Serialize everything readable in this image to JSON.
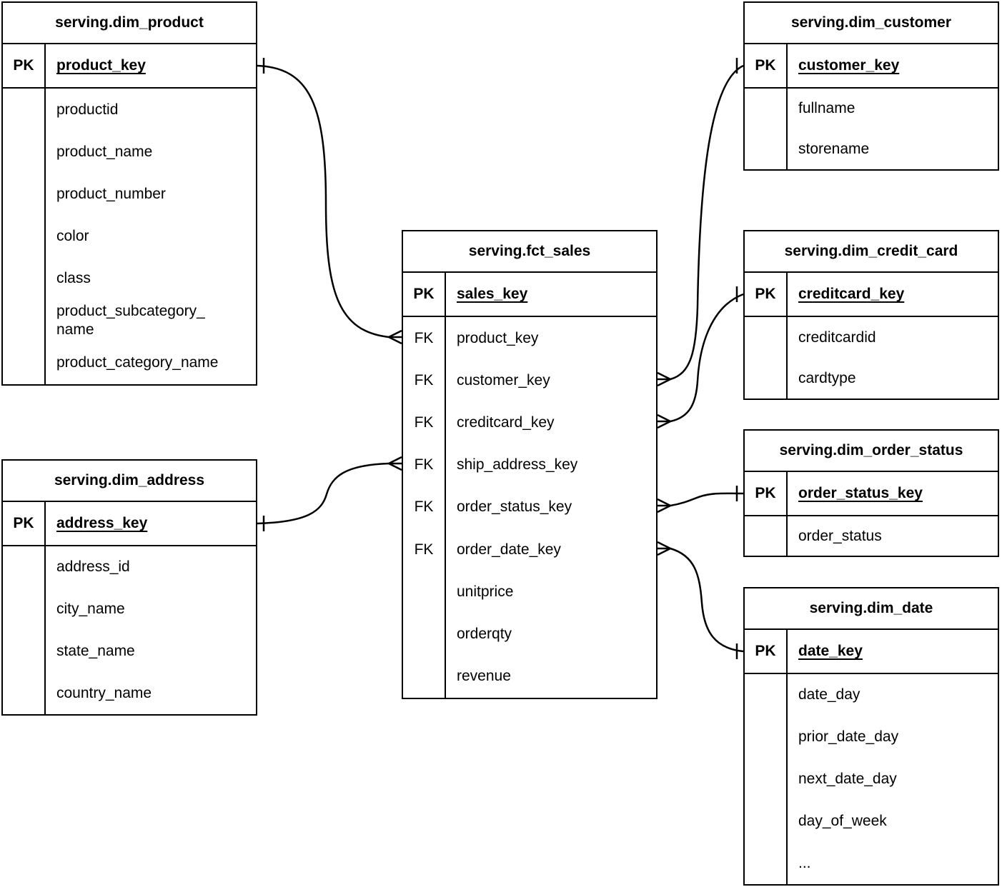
{
  "diagram": {
    "background_color": "#ffffff",
    "line_color": "#000000",
    "tables": [
      {
        "id": "dim_product",
        "title": "serving.dim_product",
        "pk": {
          "label": "PK",
          "field": "product_key"
        },
        "fields": [
          {
            "key": "",
            "name": "productid"
          },
          {
            "key": "",
            "name": "product_name"
          },
          {
            "key": "",
            "name": "product_number"
          },
          {
            "key": "",
            "name": "color"
          },
          {
            "key": "",
            "name": "class"
          },
          {
            "key": "",
            "name": "product_subcategory_\nname"
          },
          {
            "key": "",
            "name": "product_category_name"
          }
        ]
      },
      {
        "id": "dim_address",
        "title": "serving.dim_address",
        "pk": {
          "label": "PK",
          "field": "address_key"
        },
        "fields": [
          {
            "key": "",
            "name": "address_id"
          },
          {
            "key": "",
            "name": "city_name"
          },
          {
            "key": "",
            "name": "state_name"
          },
          {
            "key": "",
            "name": "country_name"
          }
        ]
      },
      {
        "id": "fct_sales",
        "title": "serving.fct_sales",
        "pk": {
          "label": "PK",
          "field": "sales_key"
        },
        "fields": [
          {
            "key": "FK",
            "name": "product_key"
          },
          {
            "key": "FK",
            "name": "customer_key"
          },
          {
            "key": "FK",
            "name": "creditcard_key"
          },
          {
            "key": "FK",
            "name": "ship_address_key"
          },
          {
            "key": "FK",
            "name": "order_status_key"
          },
          {
            "key": "FK",
            "name": "order_date_key"
          },
          {
            "key": "",
            "name": "unitprice"
          },
          {
            "key": "",
            "name": "orderqty"
          },
          {
            "key": "",
            "name": "revenue"
          }
        ]
      },
      {
        "id": "dim_customer",
        "title": "serving.dim_customer",
        "pk": {
          "label": "PK",
          "field": "customer_key"
        },
        "fields": [
          {
            "key": "",
            "name": "fullname"
          },
          {
            "key": "",
            "name": "storename"
          }
        ]
      },
      {
        "id": "dim_credit_card",
        "title": "serving.dim_credit_card",
        "pk": {
          "label": "PK",
          "field": "creditcard_key"
        },
        "fields": [
          {
            "key": "",
            "name": "creditcardid"
          },
          {
            "key": "",
            "name": "cardtype"
          }
        ]
      },
      {
        "id": "dim_order_status",
        "title": "serving.dim_order_status",
        "pk": {
          "label": "PK",
          "field": "order_status_key"
        },
        "fields": [
          {
            "key": "",
            "name": "order_status"
          }
        ]
      },
      {
        "id": "dim_date",
        "title": "serving.dim_date",
        "pk": {
          "label": "PK",
          "field": "date_key"
        },
        "fields": [
          {
            "key": "",
            "name": "date_day"
          },
          {
            "key": "",
            "name": "prior_date_day"
          },
          {
            "key": "",
            "name": "next_date_day"
          },
          {
            "key": "",
            "name": "day_of_week"
          },
          {
            "key": "",
            "name": "..."
          }
        ]
      }
    ],
    "relationships": [
      {
        "id": "product",
        "from_table": "serving.fct_sales",
        "from_field": "product_key",
        "to_table": "serving.dim_product",
        "to_field": "product_key",
        "from_cardinality": "many",
        "to_cardinality": "one"
      },
      {
        "id": "ship_address",
        "from_table": "serving.fct_sales",
        "from_field": "ship_address_key",
        "to_table": "serving.dim_address",
        "to_field": "address_key",
        "from_cardinality": "many",
        "to_cardinality": "one"
      },
      {
        "id": "customer",
        "from_table": "serving.fct_sales",
        "from_field": "customer_key",
        "to_table": "serving.dim_customer",
        "to_field": "customer_key",
        "from_cardinality": "many",
        "to_cardinality": "one"
      },
      {
        "id": "creditcard",
        "from_table": "serving.fct_sales",
        "from_field": "creditcard_key",
        "to_table": "serving.dim_credit_card",
        "to_field": "creditcard_key",
        "from_cardinality": "many",
        "to_cardinality": "one"
      },
      {
        "id": "order_status",
        "from_table": "serving.fct_sales",
        "from_field": "order_status_key",
        "to_table": "serving.dim_order_status",
        "to_field": "order_status_key",
        "from_cardinality": "many",
        "to_cardinality": "one"
      },
      {
        "id": "order_date",
        "from_table": "serving.fct_sales",
        "from_field": "order_date_key",
        "to_table": "serving.dim_date",
        "to_field": "date_key",
        "from_cardinality": "many",
        "to_cardinality": "one"
      }
    ]
  }
}
